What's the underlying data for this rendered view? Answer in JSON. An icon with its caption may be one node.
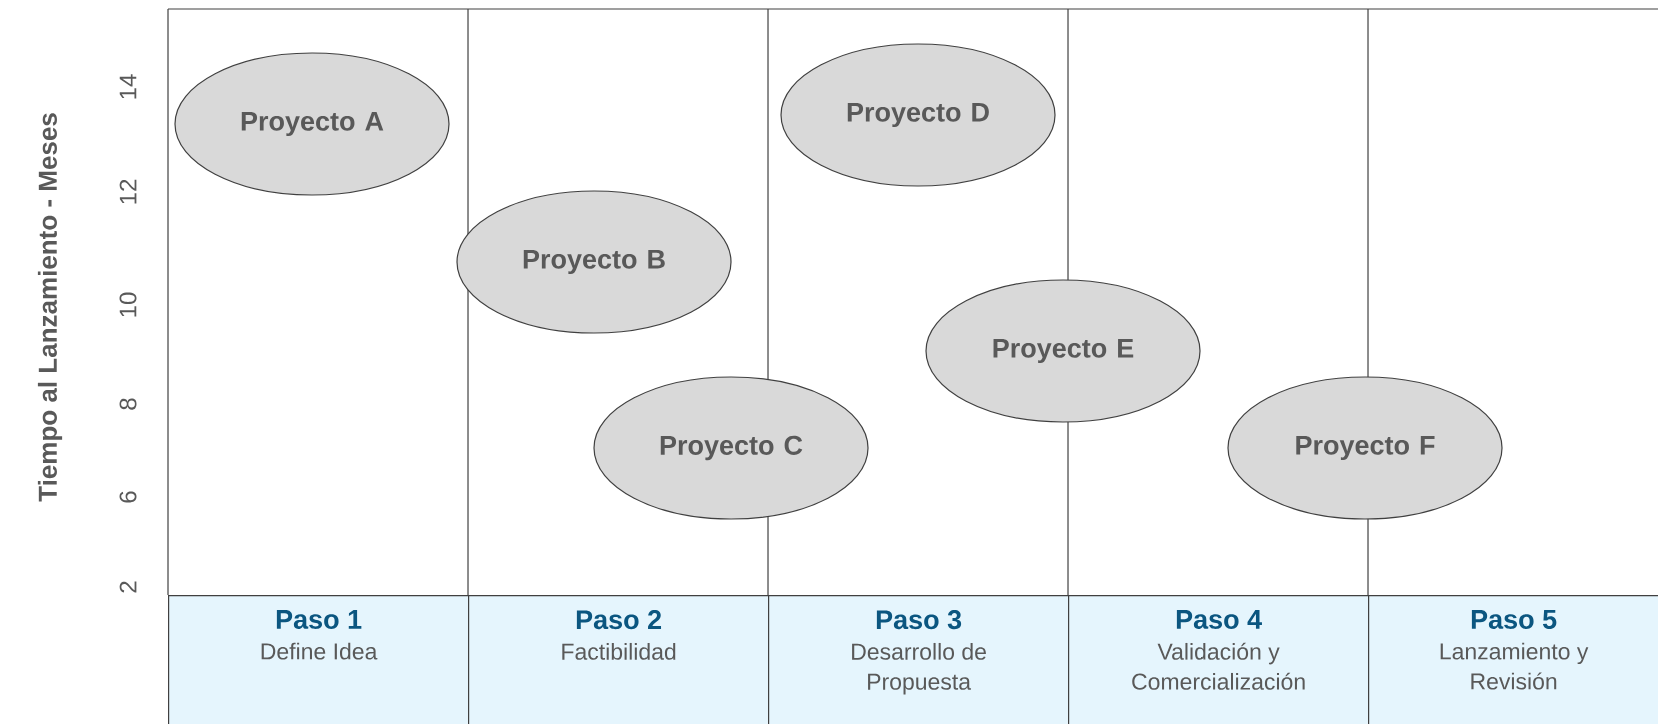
{
  "diagram": {
    "nodes": [
      {
        "text": [
          "Proyecto A"
        ]
      },
      {
        "text": [
          "Proyecto B"
        ]
      },
      {
        "text": [
          "Proyecto C"
        ]
      },
      {
        "text": [
          "Proyecto D"
        ]
      },
      {
        "text": [
          "Proyecto E"
        ]
      },
      {
        "text": [
          "Proyecto F"
        ]
      },
      {
        "text": [
          "Paso 1",
          "Define Idea"
        ]
      },
      {
        "text": [
          "Paso 2",
          "Factibilidad"
        ]
      },
      {
        "text": [
          "Paso 3",
          "Desarrollo de Propuesta"
        ]
      },
      {
        "text": [
          "Paso 4",
          "Validación y Comercialización"
        ]
      },
      {
        "text": [
          "Paso 5",
          "Lanzamiento y Revisión"
        ]
      }
    ],
    "labels": [
      "Tiempo al Lanzamiento - Meses",
      "14",
      "12",
      "10",
      "8",
      "6",
      "2"
    ]
  }
}
